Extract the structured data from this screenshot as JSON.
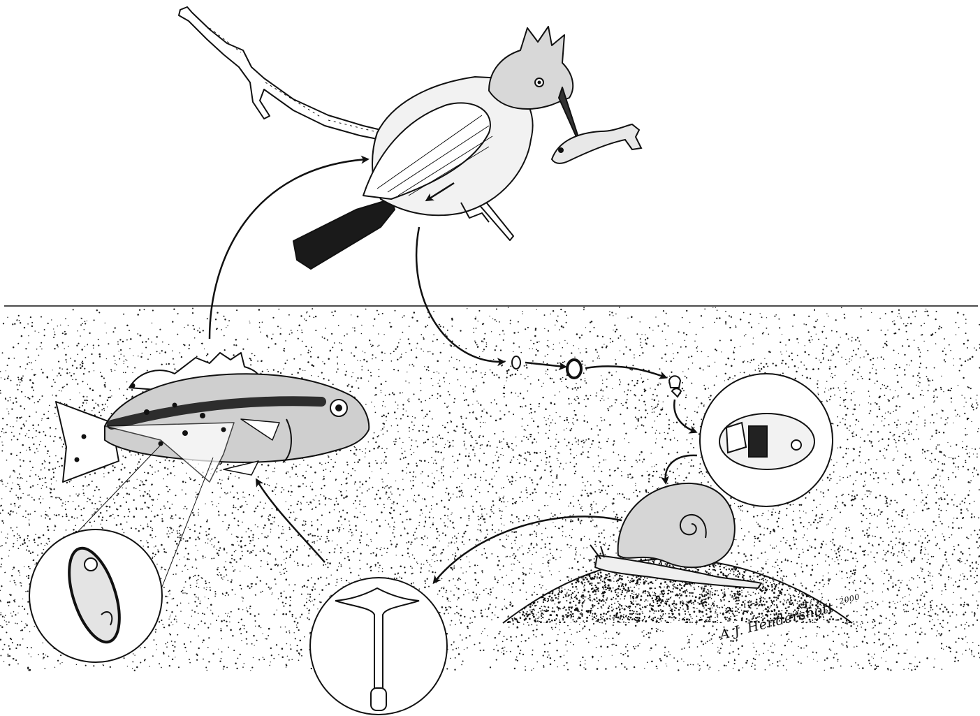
{
  "signature": {
    "artist": "A.J. Hendershott",
    "year": "2000"
  },
  "stages": [
    "branch",
    "kingfisher",
    "prey-fish",
    "egg-small",
    "egg-large",
    "hatching-miracidium",
    "miracidium",
    "snail",
    "cercaria",
    "host-fish",
    "metacercaria-cyst"
  ],
  "colors": {
    "ink": "#111111",
    "water_stipple": "#1a1a1a",
    "background": "#ffffff"
  },
  "icons": [
    "right-arrow-icon"
  ]
}
